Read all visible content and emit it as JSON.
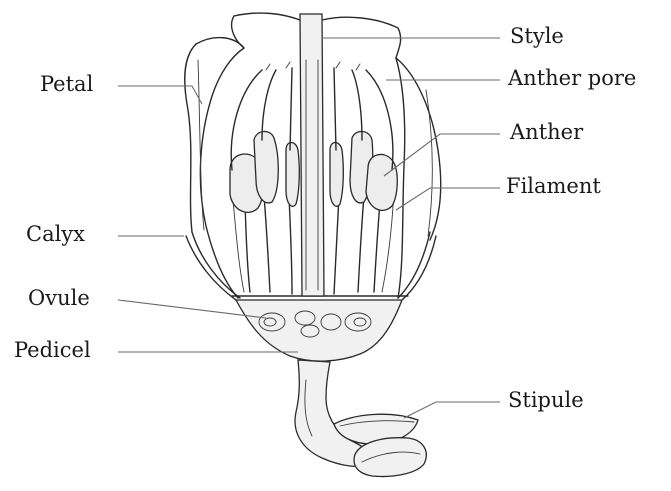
{
  "diagram": {
    "labels": {
      "style": "Style",
      "anther_pore": "Anther pore",
      "anther": "Anther",
      "filament": "Filament",
      "stipule": "Stipule",
      "petal": "Petal",
      "calyx": "Calyx",
      "ovule": "Ovule",
      "pedicel": "Pedicel"
    }
  }
}
